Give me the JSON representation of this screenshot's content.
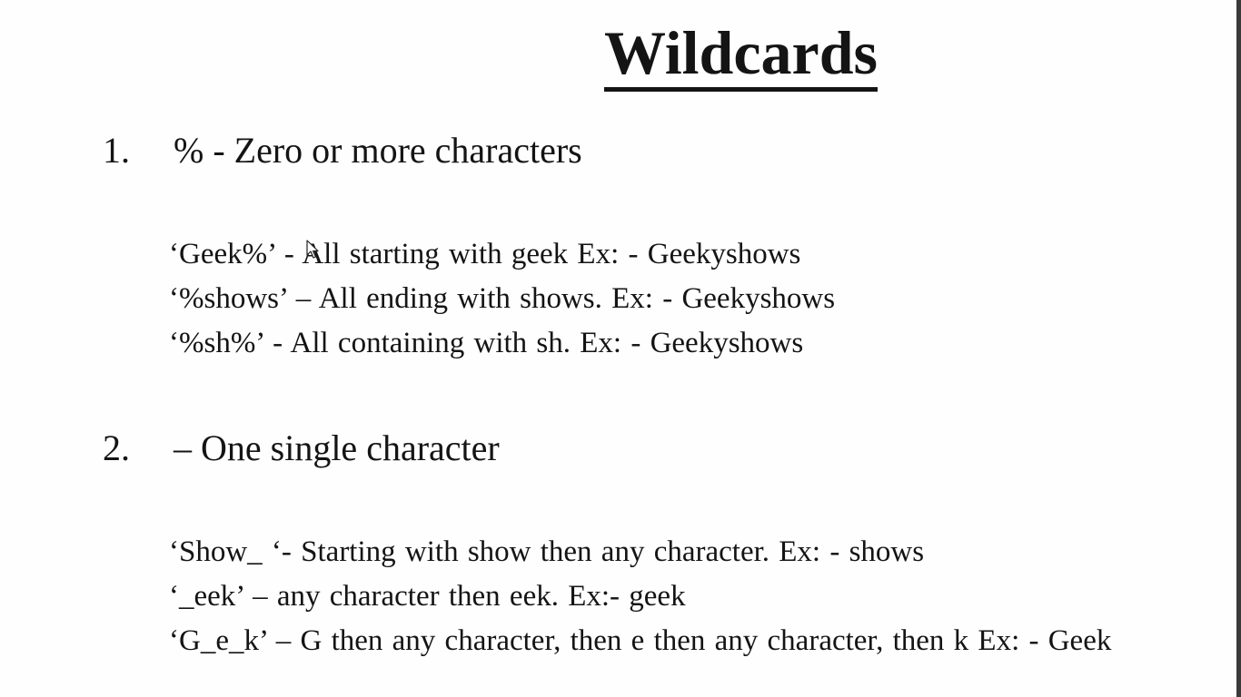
{
  "title": "Wildcards",
  "section1": {
    "number": "1.",
    "heading": "% -  Zero or more characters",
    "examples": [
      "‘Geek%’  - All starting with geek Ex: - Geekyshows",
      "‘%shows’ – All ending with shows. Ex: - Geekyshows",
      "‘%sh%’ - All containing with sh. Ex: - Geekyshows"
    ]
  },
  "section2": {
    "number": "2.",
    "heading": "– One single character",
    "examples": [
      "‘Show_ ‘- Starting with show then any character.  Ex: - shows",
      "‘_eek’ – any character then eek. Ex:-   geek",
      "‘G_e_k’ – G then any character, then e then any character, then k Ex: - Geek"
    ]
  },
  "icons": {
    "cursor": "mouse-pointer-icon"
  }
}
